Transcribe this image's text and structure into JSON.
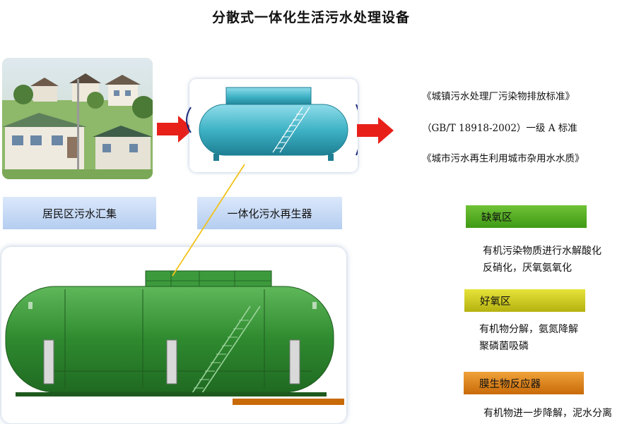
{
  "title": "分散式一体化生活污水处理设备",
  "process": {
    "source_label": "居民区污水汇集",
    "device_label": "一体化污水再生器"
  },
  "standards": [
    "《城镇污水处理厂污染物排放标准》",
    "（GB/T 18918-2002）一级 A 标准",
    "《城市污水再生利用城市杂用水水质》"
  ],
  "zones": [
    {
      "name": "缺氧区",
      "desc": [
        "有机污染物质进行水解酸化",
        "反硝化，厌氧氨氧化"
      ]
    },
    {
      "name": "好氧区",
      "desc": [
        "有机物分解，氨氮降解",
        "聚磷菌吸磷"
      ]
    },
    {
      "name": "膜生物反应器",
      "desc": [
        "有机物进一步降解，泥水分离"
      ]
    }
  ],
  "colors": {
    "arrow": "#e8201a",
    "tank_teal": "#3fb3c6",
    "tank_green": "#2f8a2f",
    "anoxic": "#4fa81f",
    "aerobic": "#cfcc22",
    "mbr": "#e0860e",
    "label_box": "#c8daf5"
  }
}
